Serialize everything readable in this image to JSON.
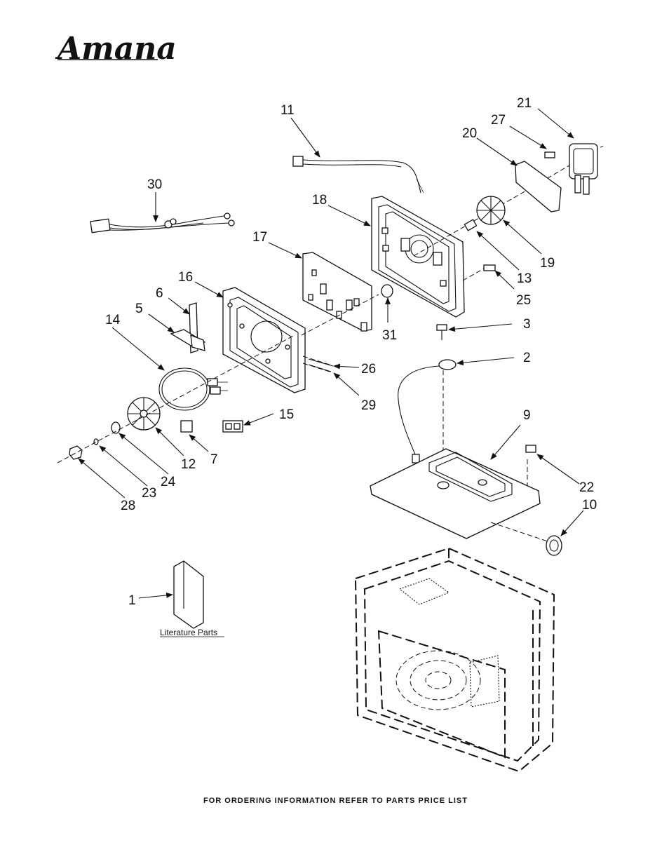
{
  "logo": {
    "text": "Amana"
  },
  "literature_label": "Literature Parts",
  "footer": "FOR ORDERING INFORMATION REFER TO PARTS PRICE LIST",
  "callouts": [
    "1",
    "2",
    "3",
    "5",
    "6",
    "7",
    "9",
    "10",
    "11",
    "12",
    "13",
    "14",
    "15",
    "16",
    "17",
    "18",
    "19",
    "20",
    "21",
    "22",
    "23",
    "24",
    "25",
    "26",
    "27",
    "28",
    "29",
    "30",
    "31"
  ]
}
